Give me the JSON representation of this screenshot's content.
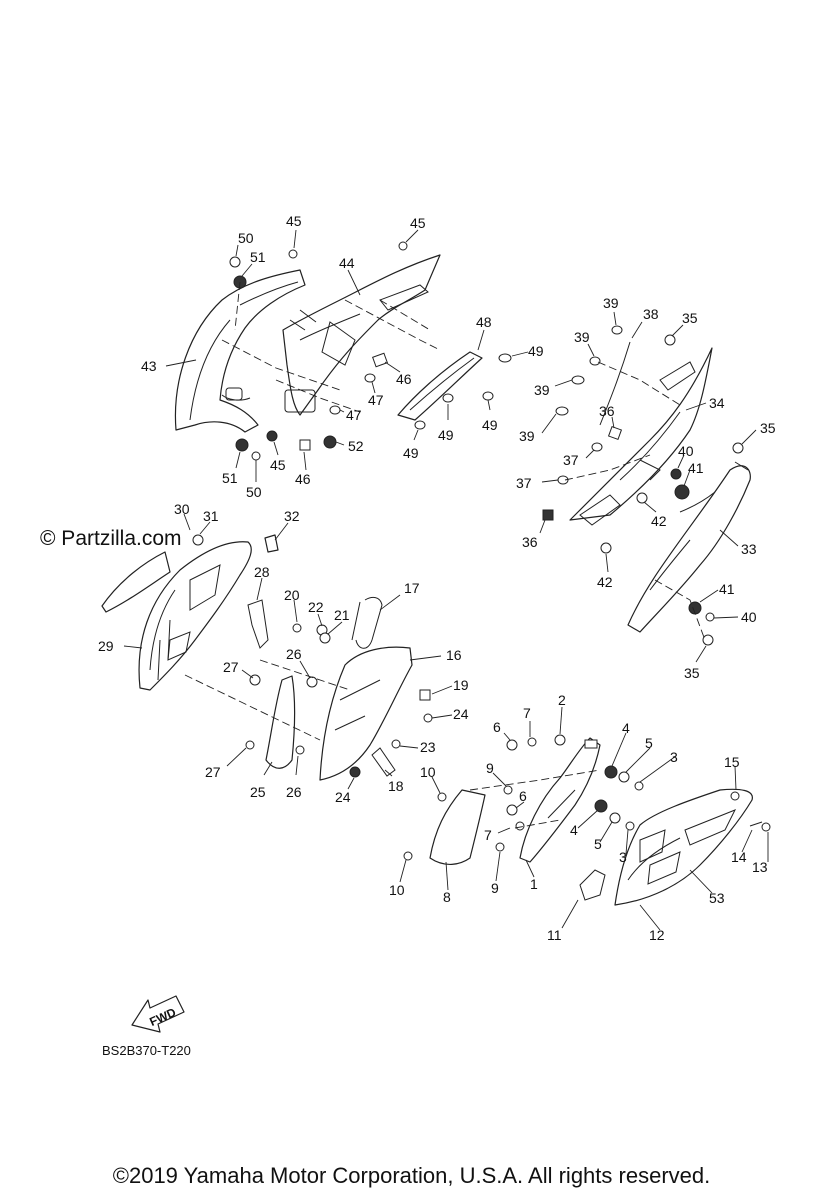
{
  "watermark": "© Partzilla.com",
  "diagram_code": "BS2B370-T220",
  "fwd_label": "FWD",
  "copyright": "©2019  Yamaha Motor Corporation, U.S.A. All rights reserved.",
  "callouts": [
    {
      "n": "50"
    },
    {
      "n": "51"
    },
    {
      "n": "45"
    },
    {
      "n": "44"
    },
    {
      "n": "45"
    },
    {
      "n": "48"
    },
    {
      "n": "49"
    },
    {
      "n": "43"
    },
    {
      "n": "46"
    },
    {
      "n": "47"
    },
    {
      "n": "47"
    },
    {
      "n": "49"
    },
    {
      "n": "49"
    },
    {
      "n": "49"
    },
    {
      "n": "45"
    },
    {
      "n": "52"
    },
    {
      "n": "51"
    },
    {
      "n": "50"
    },
    {
      "n": "46"
    },
    {
      "n": "39"
    },
    {
      "n": "38"
    },
    {
      "n": "35"
    },
    {
      "n": "39"
    },
    {
      "n": "39"
    },
    {
      "n": "34"
    },
    {
      "n": "39"
    },
    {
      "n": "36"
    },
    {
      "n": "35"
    },
    {
      "n": "37"
    },
    {
      "n": "40"
    },
    {
      "n": "41"
    },
    {
      "n": "37"
    },
    {
      "n": "42"
    },
    {
      "n": "36"
    },
    {
      "n": "33"
    },
    {
      "n": "42"
    },
    {
      "n": "41"
    },
    {
      "n": "40"
    },
    {
      "n": "35"
    },
    {
      "n": "30"
    },
    {
      "n": "31"
    },
    {
      "n": "32"
    },
    {
      "n": "28"
    },
    {
      "n": "17"
    },
    {
      "n": "20"
    },
    {
      "n": "22"
    },
    {
      "n": "21"
    },
    {
      "n": "29"
    },
    {
      "n": "16"
    },
    {
      "n": "27"
    },
    {
      "n": "26"
    },
    {
      "n": "19"
    },
    {
      "n": "24"
    },
    {
      "n": "2"
    },
    {
      "n": "27"
    },
    {
      "n": "25"
    },
    {
      "n": "26"
    },
    {
      "n": "24"
    },
    {
      "n": "23"
    },
    {
      "n": "18"
    },
    {
      "n": "7"
    },
    {
      "n": "6"
    },
    {
      "n": "4"
    },
    {
      "n": "5"
    },
    {
      "n": "3"
    },
    {
      "n": "10"
    },
    {
      "n": "9"
    },
    {
      "n": "6"
    },
    {
      "n": "15"
    },
    {
      "n": "7"
    },
    {
      "n": "4"
    },
    {
      "n": "5"
    },
    {
      "n": "3"
    },
    {
      "n": "14"
    },
    {
      "n": "13"
    },
    {
      "n": "10"
    },
    {
      "n": "8"
    },
    {
      "n": "9"
    },
    {
      "n": "1"
    },
    {
      "n": "53"
    },
    {
      "n": "11"
    },
    {
      "n": "12"
    }
  ]
}
